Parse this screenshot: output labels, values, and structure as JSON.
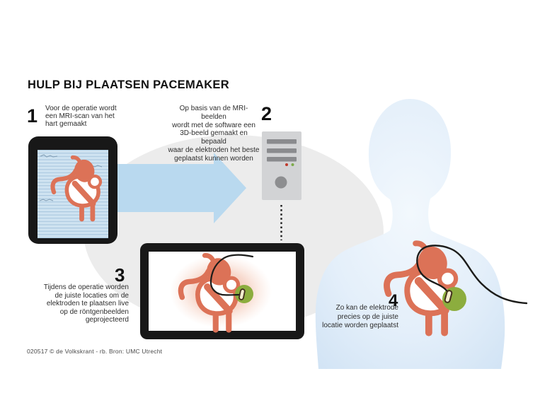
{
  "title": "HULP BIJ PLAATSEN PACEMAKER",
  "steps": [
    {
      "number": "1",
      "text": "Voor de operatie wordt\neen MRI-scan van het\nhart gemaakt"
    },
    {
      "number": "2",
      "text": "Op basis van de MRI-beelden\nwordt met de software een\n3D-beeld gemaakt en bepaald\nwaar de elektroden het beste\ngeplaatst kunnen worden"
    },
    {
      "number": "3",
      "text": "Tijdens de operatie worden\nde juiste locaties om de\nelektroden te plaatsen live\nop de röntgenbeelden\ngeprojecteerd"
    },
    {
      "number": "4",
      "text": "Zo kan de elektrode\nprecies op de juiste\nlocatie worden geplaatst"
    }
  ],
  "credit": "020517 © de Volkskrant - rb. Bron: UMC Utrecht",
  "icons": {
    "tablet": "tablet-with-mri-scan",
    "arrow": "arrow-right-icon",
    "computer": "computer-tower-icon",
    "monitor": "monitor-with-xray-projection",
    "patient": "patient-silhouette",
    "heart": "heart-illustration",
    "wire": "electrode-wire",
    "target": "pacemaker-target-spot"
  },
  "colors": {
    "heart_salmon": "#dc7257",
    "arrow_blue": "#b9d9ef",
    "screen_blue": "#cfe3f1",
    "scanline_blue": "#a9c7df",
    "background_ellipse": "#ececec",
    "silhouette_blue": "#d3e5f6",
    "target_green": "#8cad3e",
    "tower_gray": "#d2d3d5",
    "slot_gray": "#8a8b8e",
    "wire_black": "#1c1c1a",
    "glow_pink": "#efae98",
    "frame_black": "#181818",
    "text_dark": "#2e2e2e"
  }
}
